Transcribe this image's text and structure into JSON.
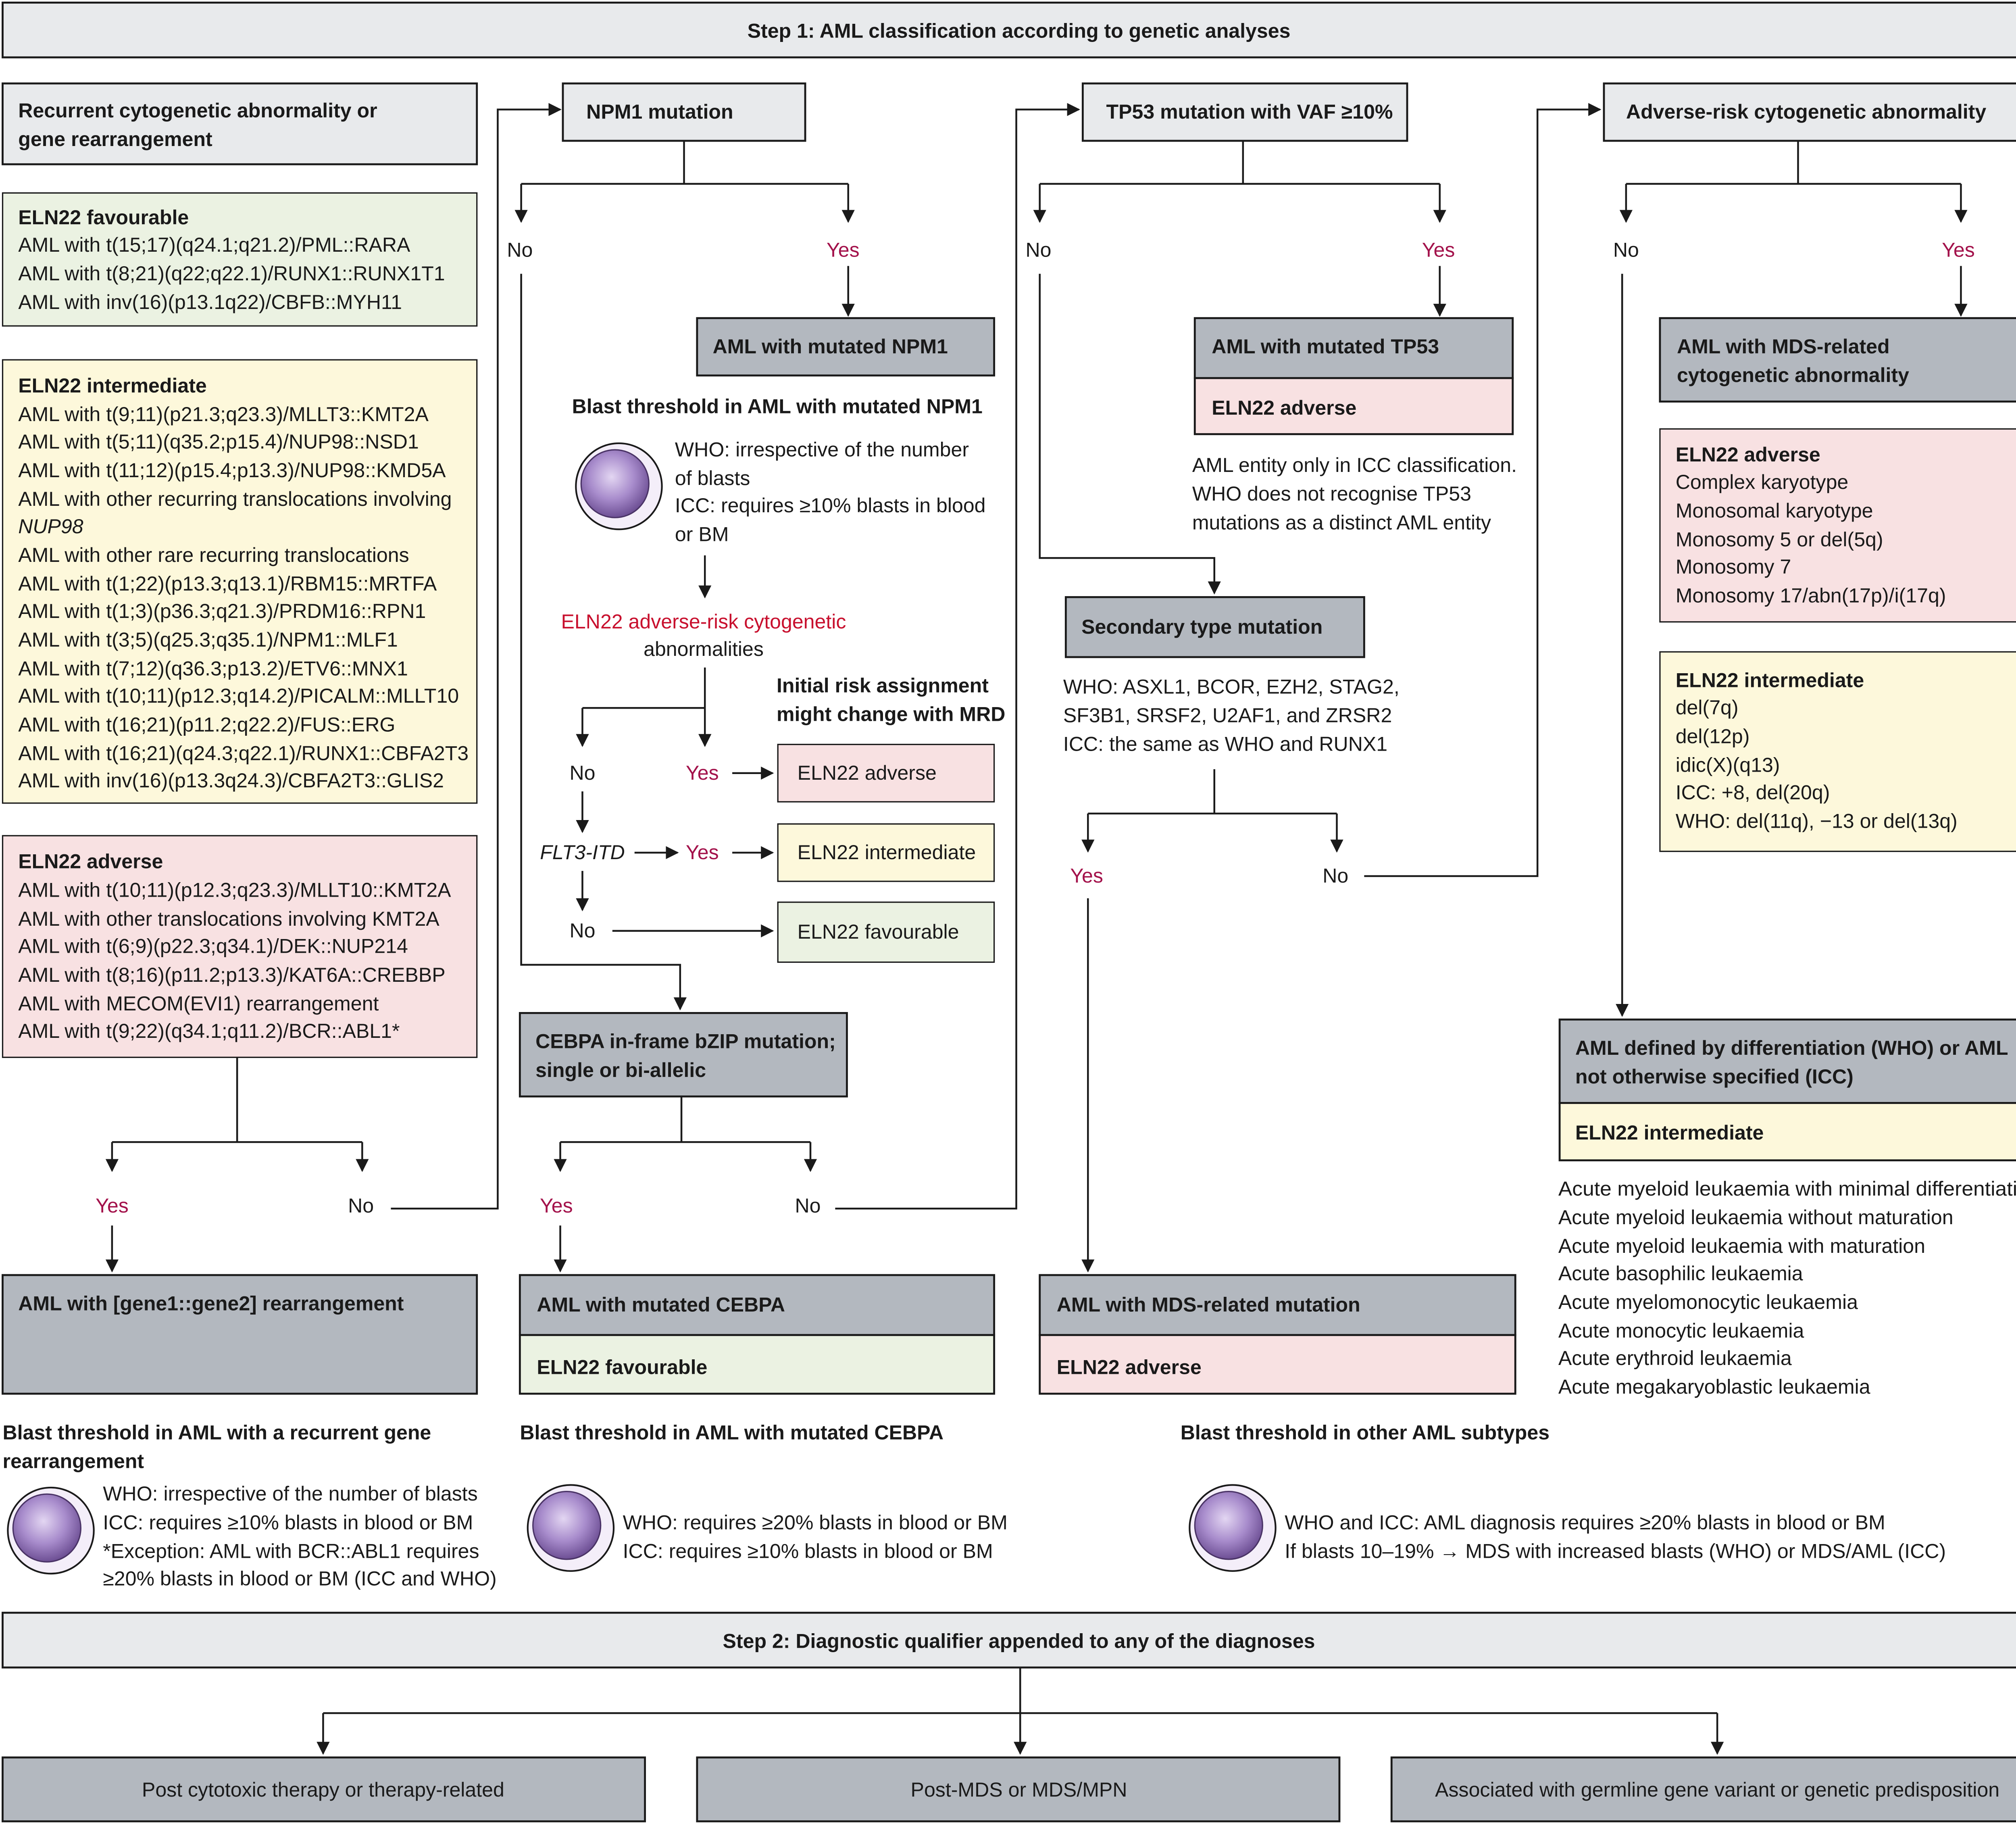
{
  "step1": {
    "title": "Step 1: AML classification according to genetic analyses"
  },
  "step2": {
    "title": "Step 2: Diagnostic qualifier appended to any of the diagnoses",
    "qualifiers": [
      "Post cytotoxic therapy or therapy-related",
      "Post-MDS or MDS/MPN",
      "Associated with germline gene variant or genetic predisposition"
    ]
  },
  "labels": {
    "yes": "Yes",
    "no": "No"
  },
  "colors": {
    "grey": "#b3b8bf",
    "lightgrey": "#e8eaec",
    "green": "#ebf2e2",
    "yellow": "#fdf8db",
    "pink": "#f8e1e2",
    "yes_red": "#a3124b",
    "eln_red": "#c8102e"
  },
  "col1": {
    "header": [
      "Recurrent cytogenetic abnormality or",
      "gene rearrangement"
    ],
    "favourable": {
      "title": "ELN22 favourable",
      "lines": [
        "AML with t(15;17)(q24.1;q21.2)/PML::RARA",
        "AML with t(8;21)(q22;q22.1)/RUNX1::RUNX1T1",
        "AML with inv(16)(p13.1q22)/CBFB::MYH11"
      ]
    },
    "intermediate": {
      "title": "ELN22 intermediate",
      "lines": [
        "AML with t(9;11)(p21.3;q23.3)/MLLT3::KMT2A",
        "AML with t(5;11)(q35.2;p15.4)/NUP98::NSD1",
        "AML with t(11;12)(p15.4;p13.3)/NUP98::KMD5A",
        "AML with other recurring translocations involving",
        "NUP98",
        "AML with other rare recurring translocations",
        "AML with t(1;22)(p13.3;q13.1)/RBM15::MRTFA",
        "AML with t(1;3)(p36.3;q21.3)/PRDM16::RPN1",
        "AML with t(3;5)(q25.3;q35.1)/NPM1::MLF1",
        "AML with t(7;12)(q36.3;p13.2)/ETV6::MNX1",
        "AML with t(10;11)(p12.3;q14.2)/PICALM::MLLT10",
        "AML with t(16;21)(p11.2;q22.2)/FUS::ERG",
        "AML with t(16;21)(q24.3;q22.1)/RUNX1::CBFA2T3",
        "AML with inv(16)(p13.3q24.3)/CBFA2T3::GLIS2"
      ]
    },
    "adverse": {
      "title": "ELN22 adverse",
      "lines": [
        "AML with t(10;11)(p12.3;q23.3)/MLLT10::KMT2A",
        "AML with other translocations involving KMT2A",
        "AML with t(6;9)(p22.3;q34.1)/DEK::NUP214",
        "AML with t(8;16)(p11.2;p13.3)/KAT6A::CREBBP",
        "AML with MECOM(EVI1) rearrangement",
        "AML with t(9;22)(q34.1;q11.2)/BCR::ABL1*"
      ]
    },
    "result": "AML with [gene1::gene2] rearrangement",
    "blast": {
      "title": [
        "Blast threshold in AML with a recurrent gene",
        "rearrangement"
      ],
      "lines": [
        "WHO: irrespective of the number of blasts",
        "ICC: requires ≥10% blasts in blood or BM",
        "*Exception: AML with BCR::ABL1 requires",
        "≥20% blasts in blood or BM (ICC and WHO)"
      ]
    }
  },
  "col2": {
    "header": "NPM1 mutation",
    "result": "AML with mutated NPM1",
    "blast_title": "Blast threshold in AML with mutated NPM1",
    "blast_lines": [
      "WHO: irrespective of the number",
      "of blasts",
      "ICC: requires ≥10% blasts in blood",
      "or BM"
    ],
    "eln_question": [
      "ELN22 adverse-risk cytogenetic",
      "abnormalities"
    ],
    "mrd_note": [
      "Initial risk assignment",
      "might change with MRD"
    ],
    "flt3": "FLT3-ITD",
    "risk_adverse": "ELN22 adverse",
    "risk_intermediate": "ELN22 intermediate",
    "risk_favourable": "ELN22 favourable",
    "cebpa_box": [
      "CEBPA in-frame bZIP mutation;",
      "single or bi-allelic"
    ],
    "cebpa_result": "AML with mutated CEBPA",
    "cebpa_risk": "ELN22 favourable",
    "cebpa_blast_title": "Blast threshold in AML with mutated CEBPA",
    "cebpa_blast_lines": [
      "WHO: requires ≥20% blasts in blood or BM",
      "ICC: requires ≥10% blasts in blood or BM"
    ]
  },
  "col3": {
    "header": "TP53 mutation with VAF ≥10%",
    "result": "AML with mutated TP53",
    "risk": "ELN22 adverse",
    "note": [
      "AML entity only in ICC classification.",
      "WHO does not recognise TP53",
      "mutations as a distinct AML entity"
    ],
    "secondary": "Secondary type mutation",
    "secondary_lines": [
      "WHO: ASXL1, BCOR, EZH2, STAG2,",
      "SF3B1, SRSF2, U2AF1, and ZRSR2",
      "ICC: the same as WHO and RUNX1"
    ],
    "mds_result": "AML with MDS-related mutation",
    "mds_risk": "ELN22 adverse",
    "other_blast_title": "Blast threshold in other AML subtypes",
    "other_blast_lines": [
      "WHO and ICC: AML diagnosis requires ≥20% blasts in blood or BM",
      "If blasts 10–19% → MDS with increased blasts (WHO) or MDS/AML (ICC)"
    ]
  },
  "col4": {
    "header": "Adverse-risk cytogenetic abnormality",
    "result": [
      "AML with MDS-related",
      "cytogenetic abnormality"
    ],
    "adverse": {
      "title": "ELN22 adverse",
      "lines": [
        "Complex karyotype",
        "Monosomal karyotype",
        "Monosomy 5 or del(5q)",
        "Monosomy 7",
        "Monosomy 17/abn(17p)/i(17q)"
      ]
    },
    "intermediate": {
      "title": "ELN22 intermediate",
      "lines": [
        "del(7q)",
        "del(12p)",
        "idic(X)(q13)",
        "ICC: +8, del(20q)",
        "WHO: del(11q), −13 or del(13q)"
      ]
    },
    "defined": [
      "AML defined by differentiation (WHO) or AML",
      "not otherwise specified (ICC)"
    ],
    "defined_risk": "ELN22 intermediate",
    "subtypes": [
      "Acute myeloid leukaemia with minimal differentiation",
      "Acute myeloid leukaemia without maturation",
      "Acute myeloid leukaemia with maturation",
      "Acute basophilic leukaemia",
      "Acute myelomonocytic leukaemia",
      "Acute monocytic leukaemia",
      "Acute erythroid leukaemia",
      "Acute megakaryoblastic leukaemia"
    ]
  }
}
